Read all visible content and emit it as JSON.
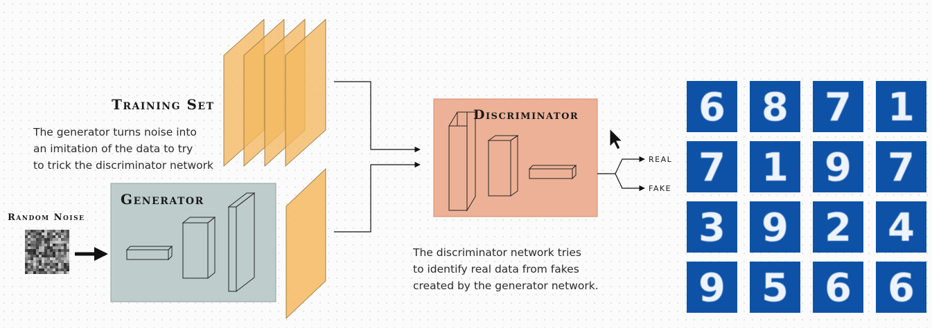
{
  "labels": {
    "training_set": "Training Set",
    "generator": "Generator",
    "discriminator": "Discriminator",
    "random_noise": "Random Noise",
    "real": "REAL",
    "fake": "FAKE"
  },
  "generator_caption": [
    "The generator turns noise into",
    "an imitation of  the data to try",
    "to trick the discriminator network"
  ],
  "discriminator_caption": [
    "The discriminator network tries",
    "to identify real data from fakes",
    "created by the generator network."
  ],
  "generated_samples": {
    "glyphs": [
      "6",
      "8",
      "7",
      "1",
      "7",
      "1",
      "9",
      "7",
      "3",
      "9",
      "2",
      "4",
      "9",
      "5",
      "6",
      "6"
    ],
    "tile_color": "#0e52a8",
    "stroke_color": "#eef4ff"
  },
  "colors": {
    "training_sheet": "#f4b860",
    "generator_box": "#bfcccc",
    "discriminator_box": "#ecb196",
    "discriminator_border": "#d9896a"
  }
}
